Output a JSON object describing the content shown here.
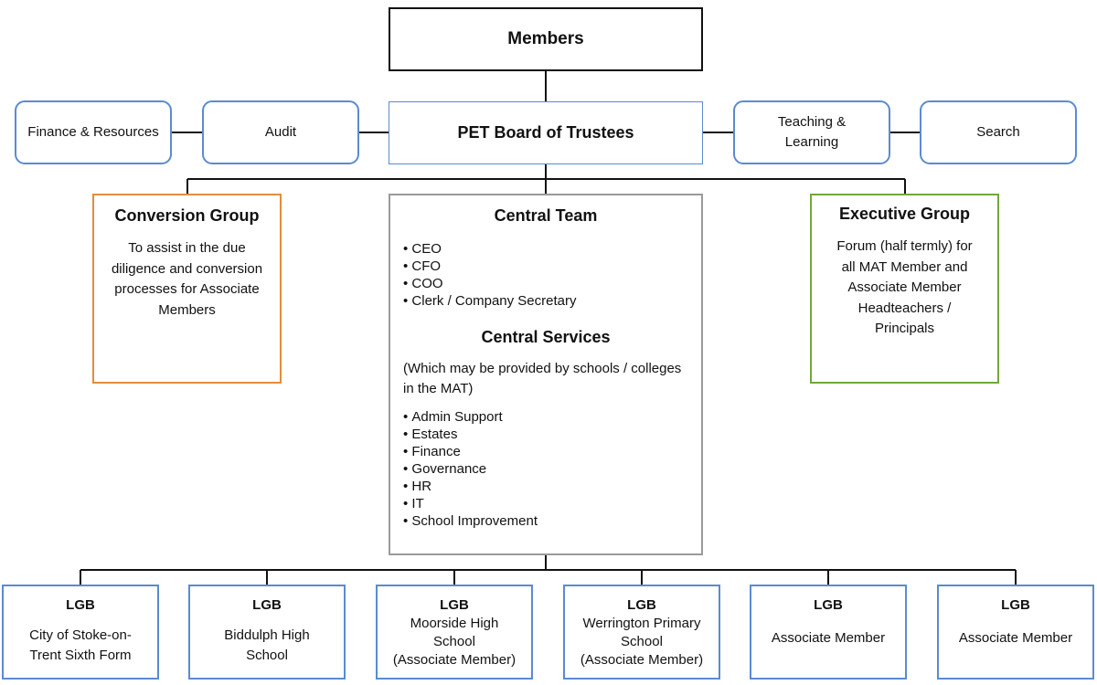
{
  "members": "Members",
  "board": "PET Board of Trustees",
  "committees": {
    "finance": "Finance & Resources",
    "audit": "Audit",
    "teaching_line1": "Teaching &",
    "teaching_line2": "Learning",
    "search": "Search"
  },
  "conversion": {
    "title": "Conversion Group",
    "description": "To assist in the due diligence and conversion processes for Associate Members"
  },
  "central": {
    "team_title": "Central Team",
    "team_items": [
      "CEO",
      "CFO",
      "COO",
      "Clerk / Company Secretary"
    ],
    "services_title": "Central Services",
    "services_note": "(Which may be provided by schools / colleges in the MAT)",
    "services_items": [
      "Admin Support",
      "Estates",
      "Finance",
      "Governance",
      "HR",
      "IT",
      "School Improvement"
    ]
  },
  "executive": {
    "title": "Executive Group",
    "description": "Forum (half termly) for all MAT Member and Associate Member Headteachers / Principals"
  },
  "lgbs": [
    {
      "title": "LGB",
      "name_line1": "City of Stoke-on-",
      "name_line2": "Trent Sixth Form",
      "name_line3": ""
    },
    {
      "title": "LGB",
      "name_line1": "Biddulph High",
      "name_line2": "School",
      "name_line3": ""
    },
    {
      "title": "LGB",
      "name_line1": "Moorside High",
      "name_line2": "School",
      "name_line3": "(Associate Member)"
    },
    {
      "title": "LGB",
      "name_line1": "Werrington Primary",
      "name_line2": "School",
      "name_line3": "(Associate Member)"
    },
    {
      "title": "LGB",
      "name_line1": "Associate Member",
      "name_line2": "",
      "name_line3": ""
    },
    {
      "title": "LGB",
      "name_line1": "Associate Member",
      "name_line2": "",
      "name_line3": ""
    }
  ]
}
